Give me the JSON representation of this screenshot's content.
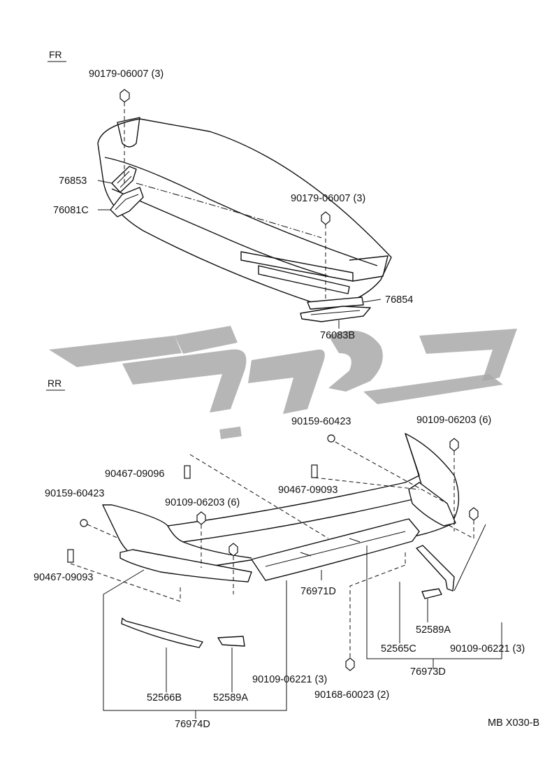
{
  "sections": {
    "front": "FR",
    "rear": "RR"
  },
  "front_labels": {
    "bolt_top": "90179-06007 (3)",
    "bolt_mid": "90179-06007 (3)",
    "p76853": "76853",
    "p76081c": "76081C",
    "p76854": "76854",
    "p76083b": "76083B"
  },
  "rear_labels": {
    "r1": "90159-60423",
    "r2": "90109-06203 (6)",
    "r3": "90467-09096",
    "r4": "90467-09093",
    "r5": "90159-60423",
    "r6": "90109-06203 (6)",
    "r7": "90467-09093",
    "r8": "76971D",
    "r9": "52589A",
    "r10": "52565C",
    "r11": "90109-06221 (3)",
    "r12": "76973D",
    "r13": "90109-06221 (3)",
    "r14": "90168-60023 (2)",
    "r15": "52566B",
    "r16": "52589A",
    "r17": "76974D"
  },
  "footer_code": "MB X030-B",
  "colors": {
    "ink": "#111111",
    "watermark": "#a9a9a9"
  }
}
